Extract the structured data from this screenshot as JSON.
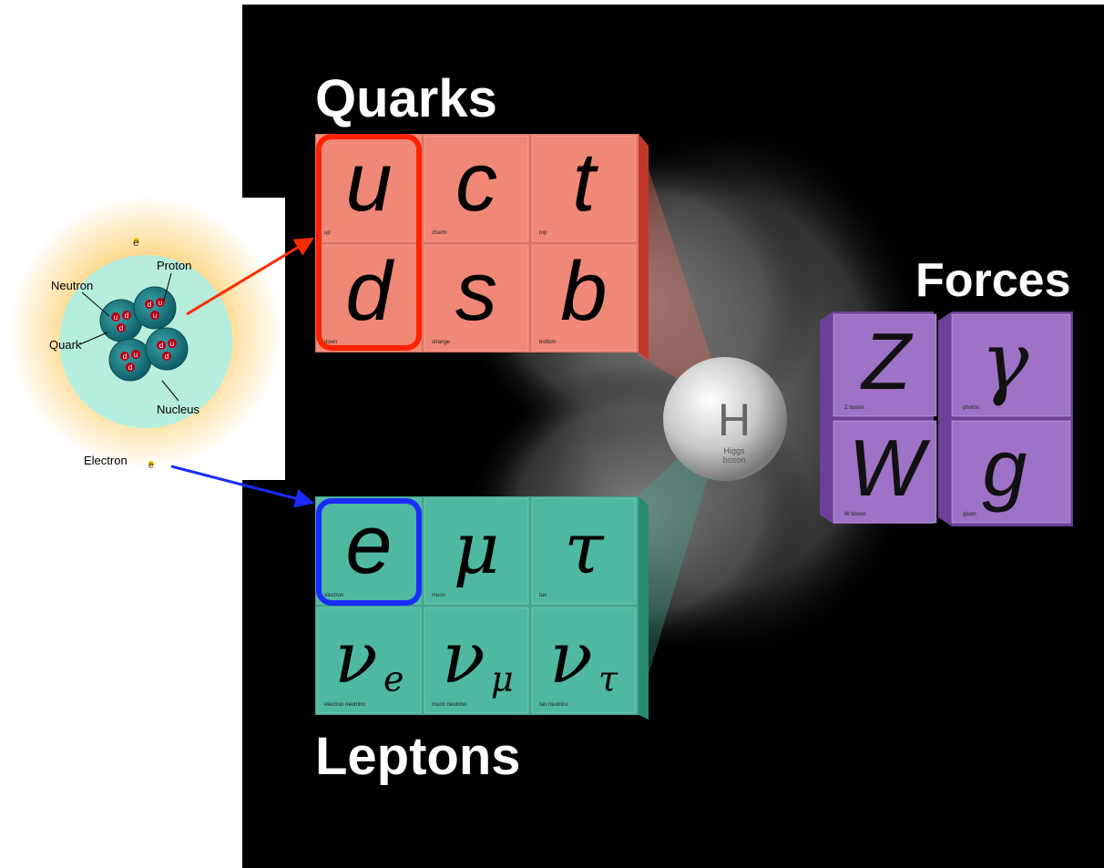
{
  "titles": {
    "quarks": "Quarks",
    "leptons": "Leptons",
    "forces": "Forces"
  },
  "quarks": [
    {
      "symbol": "u",
      "name": "up"
    },
    {
      "symbol": "c",
      "name": "charm"
    },
    {
      "symbol": "t",
      "name": "top"
    },
    {
      "symbol": "d",
      "name": "down"
    },
    {
      "symbol": "s",
      "name": "strange"
    },
    {
      "symbol": "b",
      "name": "bottom"
    }
  ],
  "leptons": [
    {
      "symbol": "e",
      "name": "electron"
    },
    {
      "symbol": "μ",
      "name": "muon"
    },
    {
      "symbol": "τ",
      "name": "tau"
    },
    {
      "symbol": "ν",
      "sub": "e",
      "name": "electron neutrino"
    },
    {
      "symbol": "ν",
      "sub": "μ",
      "name": "muon neutrino"
    },
    {
      "symbol": "ν",
      "sub": "τ",
      "name": "tau neutrino"
    }
  ],
  "forces": [
    {
      "symbol": "Z",
      "name": "Z boson"
    },
    {
      "symbol": "γ",
      "name": "photon"
    },
    {
      "symbol": "W",
      "name": "W boson"
    },
    {
      "symbol": "g",
      "name": "gluon"
    }
  ],
  "higgs": {
    "symbol": "H",
    "line1": "Higgs",
    "line2": "boson"
  },
  "atom": {
    "labels": {
      "proton": "Proton",
      "neutron": "Neutron",
      "quark": "Quark",
      "nucleus": "Nucleus",
      "electron": "Electron",
      "e_top": "e",
      "e_orbit": "e"
    },
    "nucleon_quarks": [
      [
        "u",
        "d",
        "d"
      ],
      [
        "d",
        "u",
        "u"
      ],
      [
        "d",
        "u",
        "d"
      ],
      [
        "d",
        "u",
        "d"
      ]
    ]
  },
  "colors": {
    "quark_cell": "#f08877",
    "quark_border": "#ff2200",
    "lepton_cell": "#4fb8a0",
    "lepton_border": "#1a2cff",
    "force_cell": "#9e72c6",
    "arrow_red": "#ff2a00",
    "arrow_blue": "#1a2cff"
  }
}
